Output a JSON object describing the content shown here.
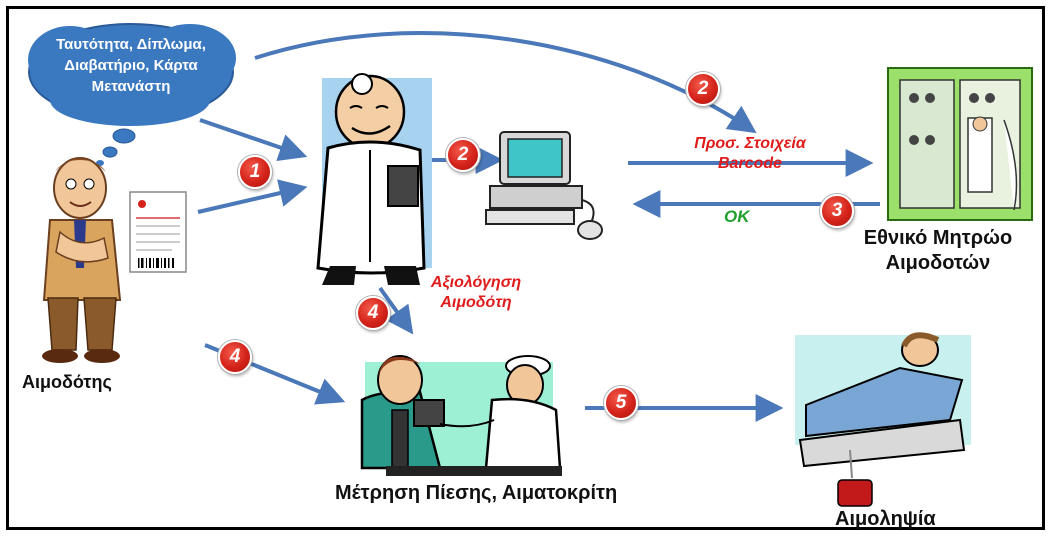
{
  "cloud": {
    "lines": [
      "Ταυτότητα, Δίπλωμα,",
      "Διαβατήριο, Κάρτα",
      "Μετανάστη"
    ]
  },
  "actors": {
    "donor": "Αιμοδότης",
    "registry_line1": "Εθνικό Μητρώο",
    "registry_line2": "Αιμοδοτών",
    "pressure": "Μέτρηση Πίεσης, Αιματοκρίτη",
    "collection": "Αιμοληψία"
  },
  "flow_labels": {
    "send_line1": "Προσ. Στοιχεία",
    "send_line2": "Barcode",
    "ok": "ΟΚ",
    "evaluation_line1": "Αξιολόγηση",
    "evaluation_line2": "Αιμοδότη"
  },
  "steps": {
    "s1": "1",
    "s2a": "2",
    "s2b": "2",
    "s3": "3",
    "s4a": "4",
    "s4b": "4",
    "s5": "5"
  },
  "colors": {
    "arrow": "#4a78b8",
    "cloud": "#3a78c0",
    "badge": "#d4231a",
    "label_red": "#e01b1b",
    "label_green": "#1fa02a"
  },
  "icons": [
    "thought-cloud-icon",
    "donor-person-icon",
    "form-document-icon",
    "doctor-icon",
    "computer-icon",
    "registry-server-icon",
    "blood-pressure-scene-icon",
    "blood-collection-scene-icon"
  ]
}
